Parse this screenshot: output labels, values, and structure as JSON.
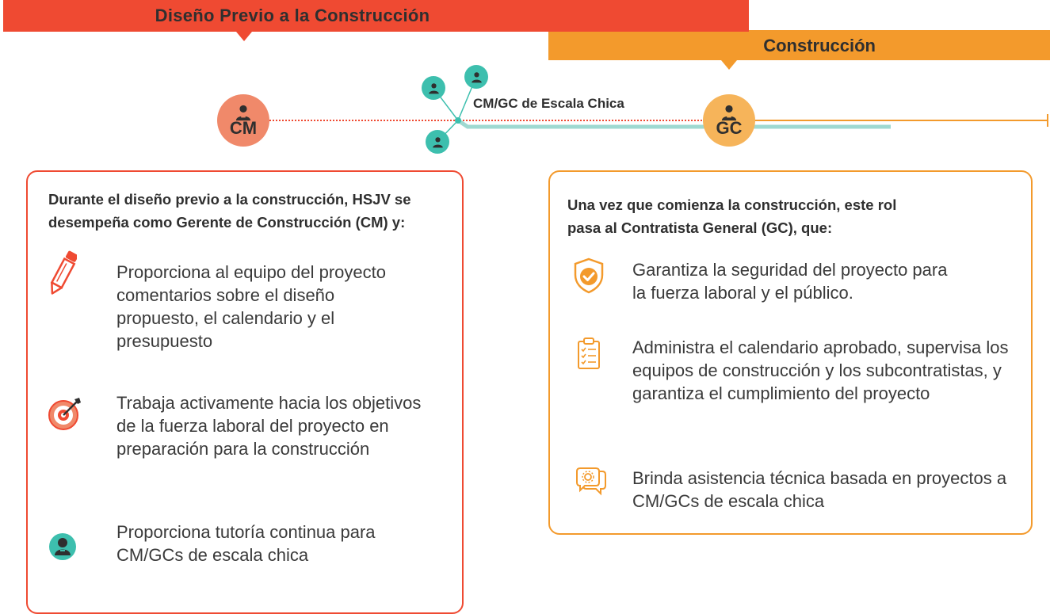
{
  "phases": {
    "preconstruction": {
      "label": "Diseño Previo a la Construcción",
      "color": "#ef4a32"
    },
    "construction": {
      "label": "Construcción",
      "color": "#f39a2c"
    }
  },
  "timeline": {
    "cm_node": {
      "code": "CM",
      "color": "#f0896a",
      "icon": "person-icon"
    },
    "gc_node": {
      "code": "GC",
      "color": "#f6b45a",
      "icon": "person-icon"
    },
    "small_firms_label": "CM/GC de Escala Chica",
    "small_node_color": "#3dbfae",
    "line_colors": {
      "cm": "#ef4a32",
      "gc": "#f39a2c",
      "small": "#9fd9d1"
    }
  },
  "cm_card": {
    "intro": "Durante el diseño previo a la construcción, HSJV se desempeña como Gerente de Construcción (CM) y:",
    "items": [
      {
        "icon": "pencil-icon",
        "text": "Proporciona al equipo del proyecto comentarios sobre el diseño propuesto, el calendario y el presupuesto"
      },
      {
        "icon": "target-icon",
        "text": "Trabaja activamente hacia los objetivos de la fuerza laboral del proyecto en preparación para la construcción"
      },
      {
        "icon": "person-icon",
        "text": "Proporciona tutoría continua para CM/GCs de escala chica"
      }
    ]
  },
  "gc_card": {
    "intro": "Una vez que comienza la construcción, este rol pasa al Contratista General (GC), que:",
    "items": [
      {
        "icon": "shield-check-icon",
        "text": "Garantiza la seguridad del proyecto para la fuerza laboral y el público."
      },
      {
        "icon": "clipboard-checklist-icon",
        "text": "Administra el calendario aprobado, supervisa los equipos de construcción y los subcontratistas, y garantiza el cumplimiento del proyecto"
      },
      {
        "icon": "support-chat-icon",
        "text": "Brinda asistencia técnica basada en proyectos a CM/GCs de escala chica"
      }
    ]
  }
}
